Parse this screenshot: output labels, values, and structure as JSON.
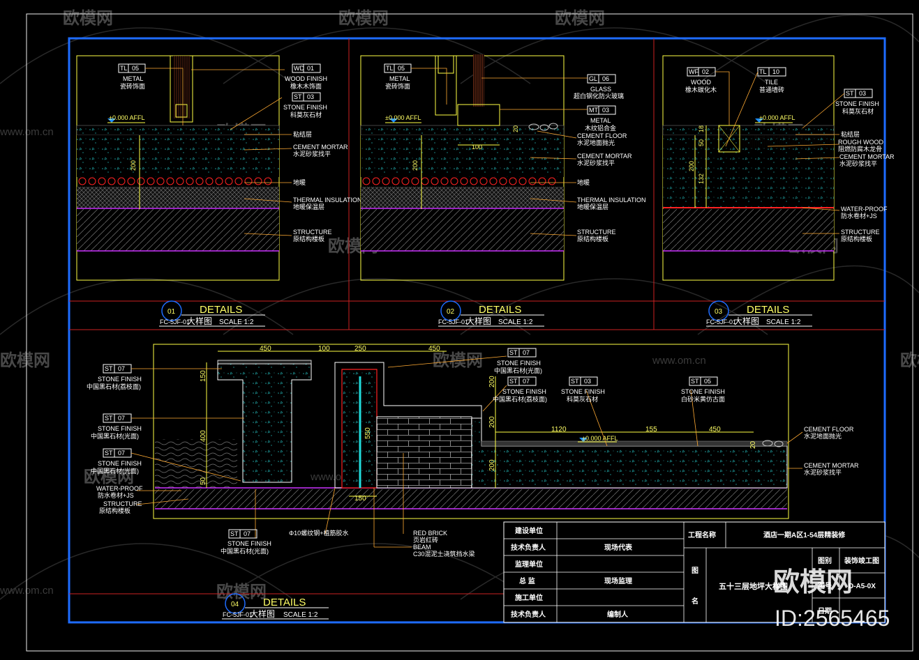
{
  "watermark": {
    "brand": "欧模网",
    "url": "www.om.cn",
    "big_brand": "欧模网",
    "id": "ID:2565465"
  },
  "details": [
    {
      "num": "01",
      "title": "DETAILS",
      "ref": "FC-5JF-01",
      "cn": "大样图",
      "scale": "SCALE 1:2"
    },
    {
      "num": "02",
      "title": "DETAILS",
      "ref": "FC-5JF-01",
      "cn": "大样图",
      "scale": "SCALE 1:2"
    },
    {
      "num": "03",
      "title": "DETAILS",
      "ref": "FC-5JF-01",
      "cn": "大样图",
      "scale": "SCALE 1:2"
    },
    {
      "num": "04",
      "title": "DETAILS",
      "ref": "FC-5JF-01",
      "cn": "大样图",
      "scale": "SCALE 1:2"
    }
  ],
  "d1": {
    "tl_code": "TL",
    "tl_num": "05",
    "tl_en": "METAL",
    "tl_cn": "瓷砖饰面",
    "wd_code": "WD",
    "wd_num": "01",
    "wd_en": "WOOD FINISH",
    "wd_cn": "橡木木饰面",
    "st_code": "ST",
    "st_num": "03",
    "st_en": "STONE FINISH",
    "st_cn": "科莫灰石材",
    "affl": "±0.000 AFFL",
    "n1": "粘结层",
    "n2": "CEMENT MORTAR",
    "n2cn": "水泥砂浆找平",
    "n3": "地暖",
    "n4": "THERMAL INSULATION",
    "n4cn": "地暖保温层",
    "n5": "STRUCTURE",
    "n5cn": "原结构楼板",
    "dim": "200"
  },
  "d2": {
    "tl_code": "TL",
    "tl_num": "05",
    "tl_en": "METAL",
    "tl_cn": "瓷砖饰面",
    "gl_code": "GL",
    "gl_num": "06",
    "gl_en": "GLASS",
    "gl_cn": "超白钢化防火玻璃",
    "mt_code": "MT",
    "mt_num": "03",
    "mt_en": "METAL",
    "mt_cn": "木纹铝合金",
    "affl": "±0.000 AFFL",
    "n0": "CEMENT FLOOR",
    "n0cn": "水泥地面抛光",
    "n2": "CEMENT MORTAR",
    "n2cn": "水泥砂浆找平",
    "n3": "地暖",
    "n4": "THERMAL INSULATION",
    "n4cn": "地暖保温层",
    "n5": "STRUCTURE",
    "n5cn": "原结构楼板",
    "dim200": "200",
    "dim100": "100",
    "dim20": "20"
  },
  "d3": {
    "wf_code": "WF",
    "wf_num": "02",
    "wf_en": "WOOD",
    "wf_cn": "橡木碳化木",
    "tl_code": "TL",
    "tl_num": "10",
    "tl_en": "TILE",
    "tl_cn": "普通墙砖",
    "st_code": "ST",
    "st_num": "03",
    "st_en": "STONE FINISH",
    "st_cn": "科莫灰石材",
    "affl": "±0.000 AFFL",
    "n1": "粘结层",
    "n2": "ROUGH WOOD",
    "n2cn": "阻燃防腐木龙骨",
    "n3": "CEMENT MORTAR",
    "n3cn": "水泥砂浆找平",
    "n4": "WATER-PROOF",
    "n4cn": "防水卷材+JS",
    "n5": "STRUCTURE",
    "n5cn": "原结构楼板",
    "dim200": "200",
    "dim132": "132",
    "dim50": "50",
    "dim18": "18"
  },
  "d4": {
    "dims_top": [
      "450",
      "100",
      "250",
      "450"
    ],
    "dim150": "150",
    "dim400": "400",
    "dim50": "50",
    "dim550": "550",
    "dim150b": "150",
    "dim200a": "200",
    "dim200b": "200",
    "dim200c": "200",
    "dim1120": "1120",
    "dim155": "155",
    "dim450": "450",
    "dim20": "20",
    "affl": "±0.000 AFFL",
    "left": [
      {
        "code": "ST",
        "num": "07",
        "en": "STONE FINISH",
        "cn": "中国黑石材(荔枝面)"
      },
      {
        "code": "ST",
        "num": "07",
        "en": "STONE FINISH",
        "cn": "中国黑石材(光面)"
      },
      {
        "code": "ST",
        "num": "07",
        "en": "STONE FINISH",
        "cn": "中国黑石材(光面)"
      }
    ],
    "wp": "WATER-PROOF",
    "wpcn": "防水卷材+JS",
    "struct": "STRUCTURE",
    "structcn": "原结构楼板",
    "top1": {
      "code": "ST",
      "num": "07",
      "en": "STONE FINISH",
      "cn": "中国黑石材(光面)"
    },
    "top2": {
      "code": "ST",
      "num": "07",
      "en": "STONE FINISH",
      "cn": "中国黑石材(荔枝面)"
    },
    "top3": {
      "code": "ST",
      "num": "03",
      "en": "STONE FINISH",
      "cn": "科莫灰石材"
    },
    "top4": {
      "code": "ST",
      "num": "05",
      "en": "STONE FINISH",
      "cn": "白砂米黄仿古面"
    },
    "cf": "CEMENT FLOOR",
    "cfcn": "水泥地面抛光",
    "cm": "CEMENT MORTAR",
    "cmcn": "水泥砂浆找平",
    "bot": {
      "code": "ST",
      "num": "07",
      "en": "STONE FINISH",
      "cn": "中国黑石材(光面)"
    },
    "rebar": "Φ10螺纹钢+植筋胶水",
    "brick": "RED BRICK",
    "brickcn": "页岩红砖",
    "beam": "BEAM",
    "beamcn": "C30混泥土浇筑挡水梁"
  },
  "titleblock": {
    "r1": "建设单位",
    "r2": "技术负责人",
    "r2v": "现场代表",
    "r3": "监理单位",
    "r4": "总  监",
    "r4v": "现场监理",
    "r5": "施工单位",
    "r6": "技术负责人",
    "r6v": "编制人",
    "proj_label": "工程名称",
    "proj_value": "酒店一期A区1-54层精装修",
    "tu": "图",
    "ming": "名",
    "drawing_name": "五十三层地坪大样图",
    "cat_label": "图别",
    "cat_value": "装饰竣工图",
    "no_label": "图号",
    "no_value": "D-A5-0X",
    "date_label": "日期"
  }
}
